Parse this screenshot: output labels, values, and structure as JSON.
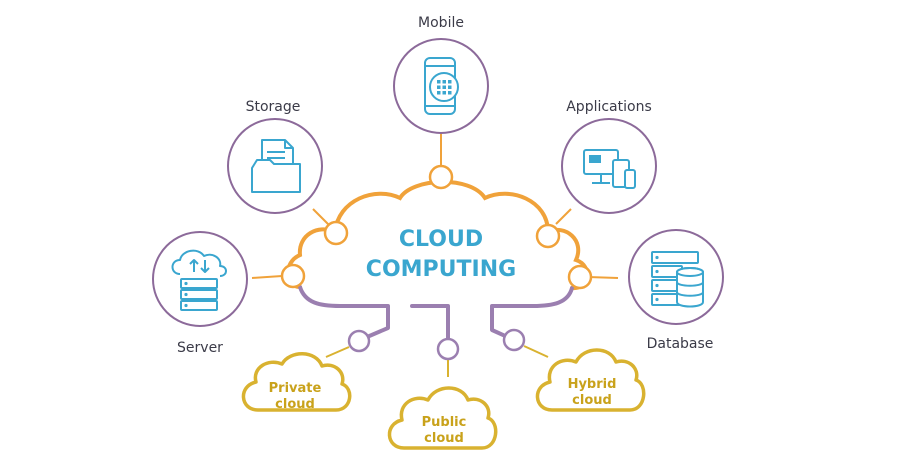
{
  "title": {
    "line1": "CLOUD",
    "line2": "COMPUTING"
  },
  "nodes": {
    "mobile": {
      "label": "Mobile",
      "icon": "mobile-phone-icon"
    },
    "storage": {
      "label": "Storage",
      "icon": "folder-icon"
    },
    "applications": {
      "label": "Applications",
      "icon": "desktop-devices-icon"
    },
    "server": {
      "label": "Server",
      "icon": "server-icon"
    },
    "database": {
      "label": "Database",
      "icon": "database-icon"
    }
  },
  "clouds": {
    "private": {
      "line1": "Private",
      "line2": "cloud"
    },
    "public": {
      "line1": "Public",
      "line2": "cloud"
    },
    "hybrid": {
      "line1": "Hybrid",
      "line2": "cloud"
    }
  },
  "colors": {
    "orange": "#f0a23a",
    "purple": "#9b7fb0",
    "teal": "#3aa6cf",
    "gold": "#d9b230",
    "circle_border": "#8c6a9a",
    "label_text": "#3b3b48"
  }
}
